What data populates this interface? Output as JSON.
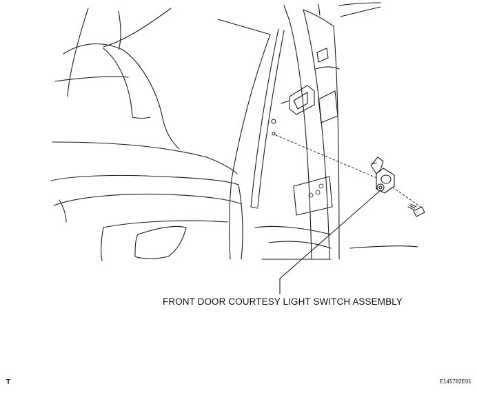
{
  "diagram": {
    "callout_label": "FRONT DOOR COURTESY LIGHT SWITCH ASSEMBLY",
    "corner_mark": "T",
    "figure_id": "E145782E01"
  }
}
